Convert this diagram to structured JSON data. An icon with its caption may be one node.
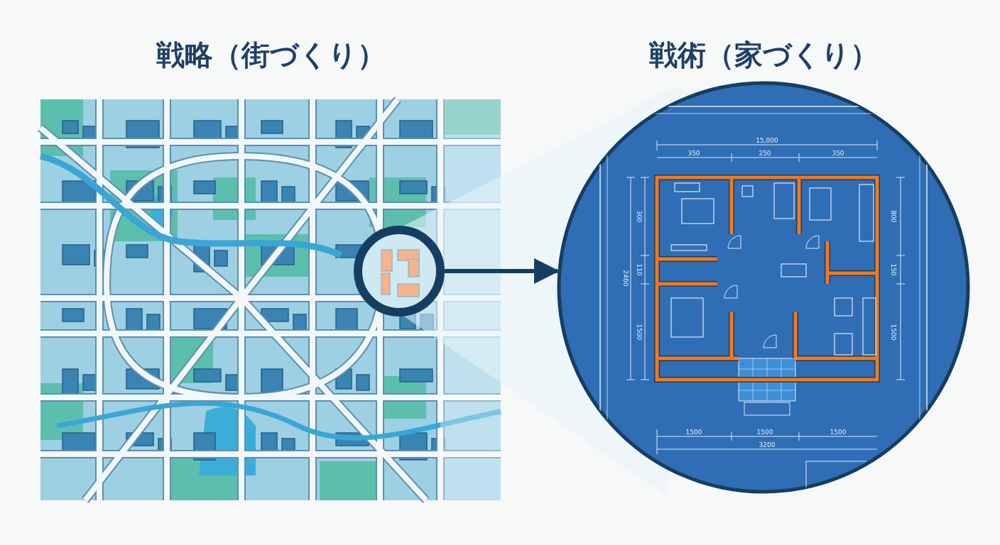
{
  "diagram": {
    "nodes": [
      {
        "text": [
          "戦略（街づくり）"
        ]
      },
      {
        "text": [],
        "shape": "circle",
        "in": 0
      },
      {
        "text": [
          "戦術（家づくり）"
        ]
      }
    ],
    "edges": [
      {
        "from": 1,
        "to": 2,
        "arrow": "to"
      }
    ],
    "labels": [
      "15,000",
      "350",
      "250",
      "350",
      "300",
      "2460",
      "110",
      "1500",
      "800",
      "150",
      "1500",
      "1500",
      "1500",
      "1500",
      "3200"
    ]
  }
}
